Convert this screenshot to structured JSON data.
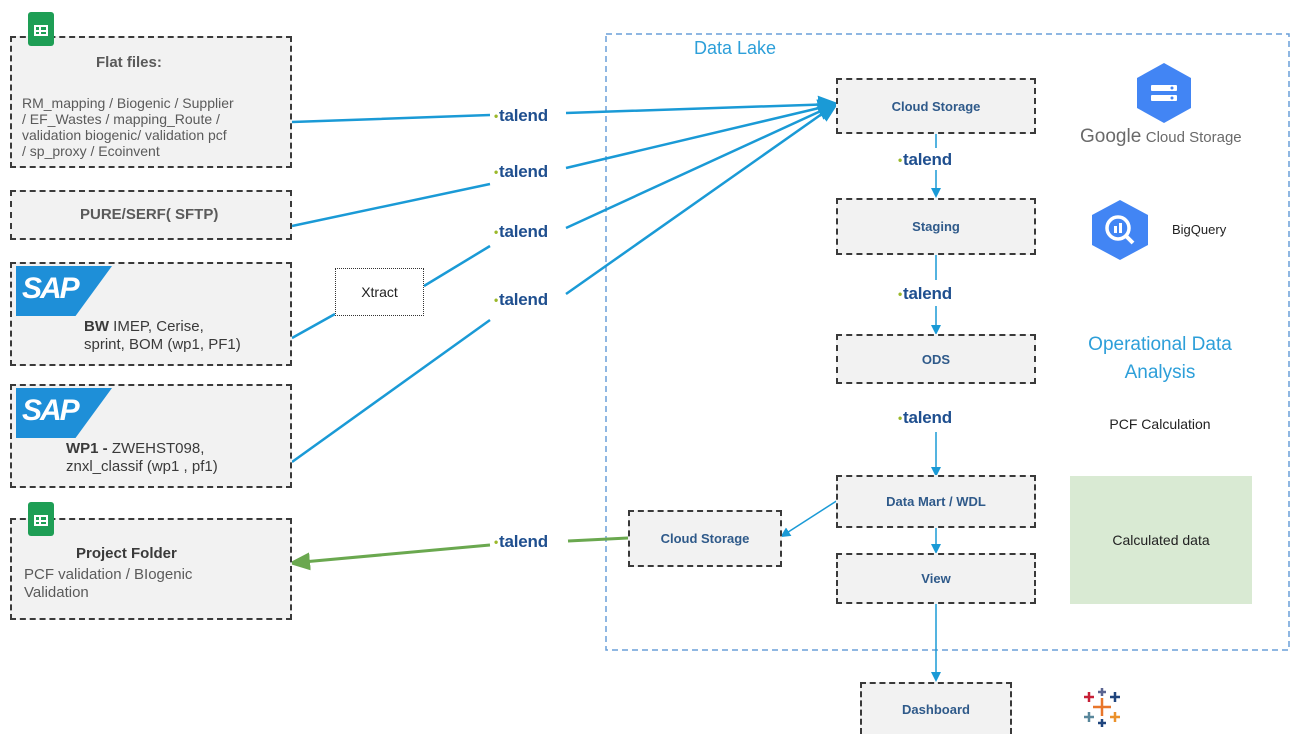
{
  "sources": {
    "flat_files": {
      "title": "Flat files:",
      "lines": [
        "RM_mapping / Biogenic / Supplier",
        "/ EF_Wastes / mapping_Route /",
        "validation biogenic/ validation pcf",
        "/ sp_proxy / Ecoinvent"
      ]
    },
    "pure_serf": {
      "label": "PURE/SERF( SFTP)"
    },
    "sap_bw": {
      "logo": "SAP",
      "prefix": "BW",
      "line1": "IMEP, Cerise,",
      "line2": "sprint, BOM (wp1, PF1)"
    },
    "sap_wp1": {
      "logo": "SAP",
      "prefix": "WP1 -",
      "line1": "ZWEHST098,",
      "line2": "znxl_classif (wp1 , pf1)"
    },
    "project_folder": {
      "title": "Project Folder",
      "lines": [
        "PCF validation / BIogenic",
        "Validation"
      ]
    }
  },
  "xtract": {
    "label": "Xtract"
  },
  "talend": {
    "label": "talend"
  },
  "data_lake": {
    "title": "Data Lake"
  },
  "pipeline": {
    "cloud_storage": "Cloud Storage",
    "staging": "Staging",
    "ods": "ODS",
    "data_mart": "Data Mart / WDL",
    "view": "View",
    "dashboard": "Dashboard",
    "export_storage": "Cloud Storage"
  },
  "right": {
    "gcs_brand": "Google",
    "gcs_product": "Cloud Storage",
    "bigquery": "BigQuery",
    "ops_line1": "Operational Data",
    "ops_line2": "Analysis",
    "pcf": "PCF Calculation",
    "calculated": "Calculated data"
  },
  "colors": {
    "blue_arrow": "#1a9ad6",
    "green_arrow": "#6aa84f",
    "lake_border": "#6a9fd8",
    "title_blue": "#2d9fd9",
    "calc_fill": "#d9ead3"
  }
}
